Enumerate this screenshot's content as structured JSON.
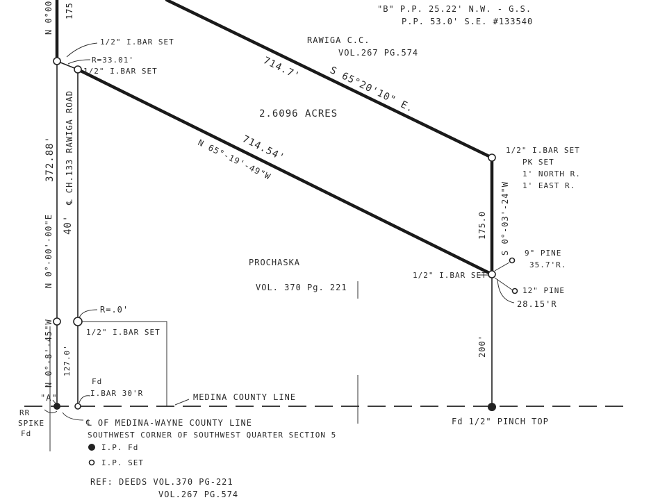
{
  "header": {
    "point_b": "\"B\" P.P. 25.22' N.W. - G.S.",
    "point_b_2": "P.P. 53.0' S.E. #133540"
  },
  "parcels": {
    "rawiga_owner": "RAWIGA C.C.",
    "rawiga_deed": "VOL.267 PG.574",
    "area": "2.6096 ACRES",
    "prochaska_owner": "PROCHASKA",
    "prochaska_deed": "VOL. 370 Pg. 221"
  },
  "bearings": {
    "north_line_dist": "714.7'",
    "north_line_bearing": "S 65°20'10\" E.",
    "south_line_dist": "714.54'",
    "south_line_bearing": "N 65°-19'-49\"W",
    "east_line_dist": "175.0",
    "east_line_bearing": "S 0°-03'-24\"W",
    "east_line_lower": "200'",
    "west_top_bearing": "N 0°00'",
    "west_top_dist": "175",
    "west_mid_dist": "372.88'",
    "west_mid_bearing": "N 0°-00'-00\"E",
    "west_low_bearing": "N 0°-8'-45\"W",
    "west_low_dist": "127.0'",
    "road_name": "℄ CH.133 RAWIGA ROAD",
    "road_width": "40'"
  },
  "monuments": {
    "bar_set_nw": "1/2\" I.BAR SET",
    "r_nw": "R=33.01'",
    "bar_set_nw2": "1/2\" I.BAR SET",
    "bar_set_ne": "1/2\" I.BAR SET",
    "pk_set": "PK SET",
    "pk_north": "1' NORTH R.",
    "pk_east": "1' EAST R.",
    "bar_set_se": "1/2\" I.BAR SET",
    "pine_9": "9\" PINE",
    "pine_9_dist": "35.7'R.",
    "pine_12": "12\" PINE",
    "pine_12_dist": "28.15'R",
    "r_sw": "R=.0'",
    "bar_set_sw": "1/2\" I.BAR SET",
    "point_a": "\"A\"",
    "rr_spike": "RR",
    "rr_spike2": "SPIKE",
    "rr_spike3": "Fd",
    "fd_label": "Fd",
    "bar_30": "I.BAR 30'R",
    "pinch_top": "Fd 1/2\" PINCH TOP"
  },
  "boundaries": {
    "county_line": "MEDINA COUNTY LINE",
    "county_center": "℄ OF MEDINA-WAYNE COUNTY LINE",
    "corner_note": "SOUTHWEST CORNER OF SOUTHWEST QUARTER SECTION 5"
  },
  "legend": {
    "ip_fd": "I.P. Fd",
    "ip_set": "I.P. SET",
    "ref": "REF: DEEDS VOL.370 PG-221",
    "ref2": "VOL.267 PG.574"
  }
}
